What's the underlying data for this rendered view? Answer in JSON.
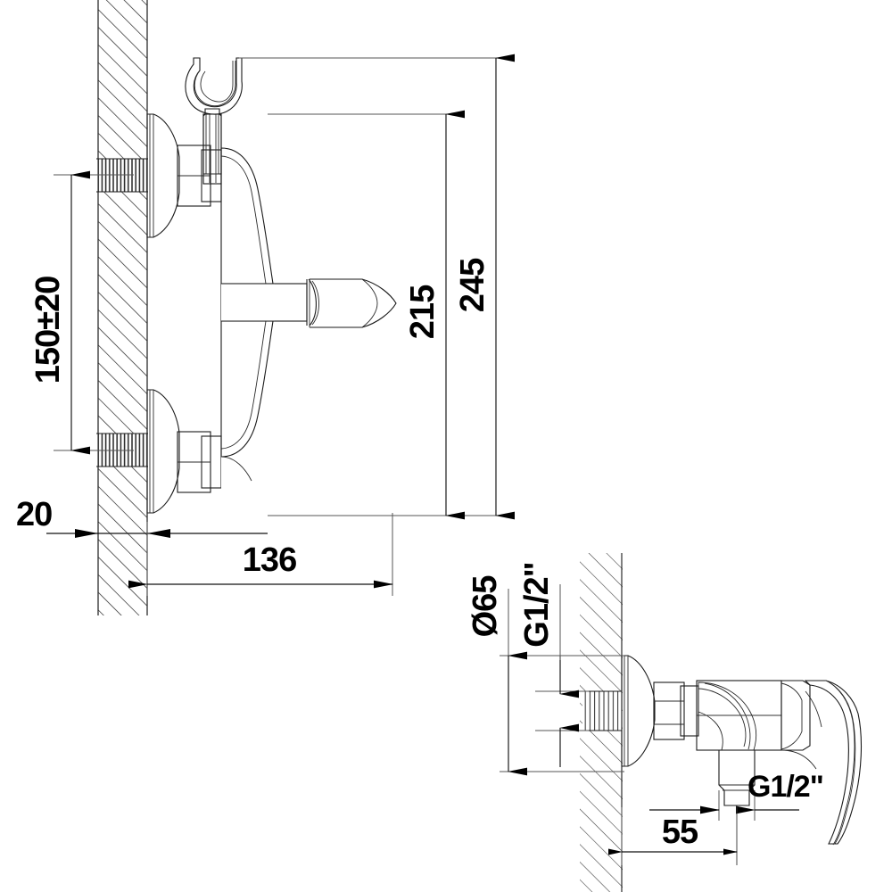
{
  "document": {
    "type": "technical-drawing",
    "subject": "Wall-mounted single-lever shower mixer",
    "units": "mm",
    "background_color": "#ffffff",
    "line_color": "#1a1a1a"
  },
  "views": {
    "main": {
      "name": "side-elevation-view",
      "label": "Side elevation with wall section"
    },
    "detail": {
      "name": "front-detail-view",
      "label": "Front detail with wall section"
    }
  },
  "dimensions": {
    "inlet_spacing": "150±20",
    "projection": "136",
    "wall_thickness": "20",
    "height_to_spout": "215",
    "overall_height": "245",
    "flange_diameter": "Ø65",
    "inlet_thread": "G1/2\"",
    "outlet_thread": "G1/2\"",
    "outlet_offset": "55"
  },
  "labels": [
    {
      "id": "dim-150-20",
      "text": "150±20",
      "orientation": "vertical"
    },
    {
      "id": "dim-20",
      "text": "20",
      "orientation": "horizontal"
    },
    {
      "id": "dim-136",
      "text": "136",
      "orientation": "horizontal"
    },
    {
      "id": "dim-215",
      "text": "215",
      "orientation": "vertical"
    },
    {
      "id": "dim-245",
      "text": "245",
      "orientation": "vertical"
    },
    {
      "id": "dim-d65",
      "text": "Ø65",
      "orientation": "vertical"
    },
    {
      "id": "dim-g12-inlet",
      "text": "G1/2\"",
      "orientation": "vertical"
    },
    {
      "id": "dim-g12-outlet",
      "text": "G1/2\"",
      "orientation": "horizontal"
    },
    {
      "id": "dim-55",
      "text": "55",
      "orientation": "horizontal"
    }
  ],
  "components": {
    "main_view": [
      "shower-holder-bracket",
      "upper-wall-flange",
      "upper-hex-nut",
      "upper-threaded-inlet",
      "mixer-body",
      "lever-handle-cap",
      "lower-wall-flange",
      "lower-hex-nut",
      "lower-threaded-inlet",
      "wall-section"
    ],
    "detail_view": [
      "wall-section",
      "threaded-inlet",
      "wall-flange",
      "hex-nut",
      "mixer-body",
      "outlet-spout",
      "lever-handle"
    ]
  }
}
